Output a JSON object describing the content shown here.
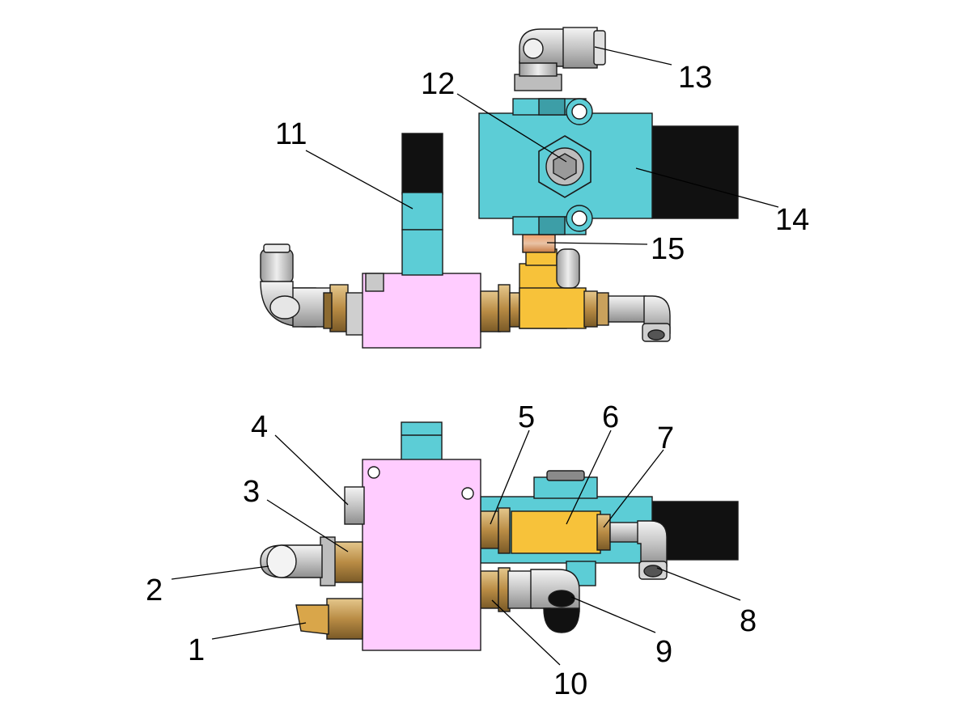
{
  "callouts": {
    "c1": "1",
    "c2": "2",
    "c3": "3",
    "c4": "4",
    "c5": "5",
    "c6": "6",
    "c7": "7",
    "c8": "8",
    "c9": "9",
    "c10": "10",
    "c11": "11",
    "c12": "12",
    "c13": "13",
    "c14": "14",
    "c15": "15"
  },
  "colors": {
    "manifold_pink": "#ffccff",
    "valve_cyan": "#5ccdd6",
    "fitting_yellow": "#f7c23a",
    "brass": "#c9a15c",
    "coil_black": "#111111",
    "chrome": "#d8d8d8"
  }
}
